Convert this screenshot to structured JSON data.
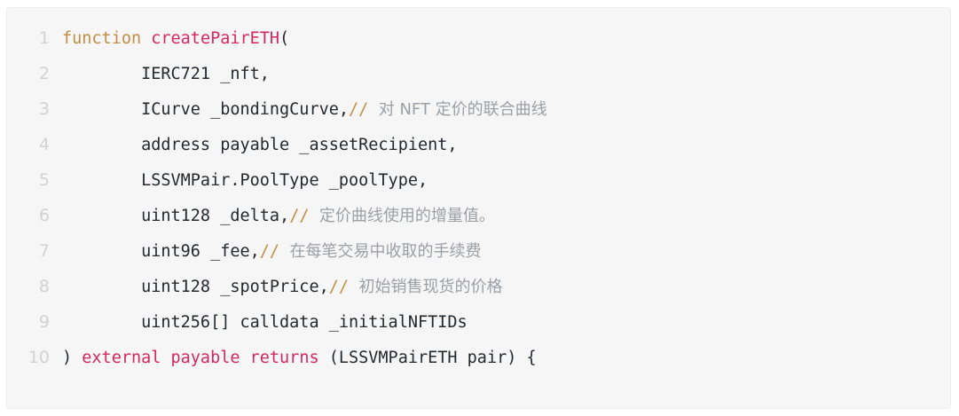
{
  "code_block": {
    "language": "solidity",
    "background_color": "#f6f6f7",
    "border_color": "#eeeeef",
    "line_number_color": "#d2d2d3",
    "colors": {
      "keyword_gold": "#bf8f45",
      "identifier_crimson": "#d3285f",
      "plain_text": "#24292e",
      "comment_gray": "#9aa0a6"
    },
    "lines": [
      {
        "number": "1",
        "tokens": [
          {
            "text": "function",
            "type": "keyword"
          },
          {
            "text": " ",
            "type": "plain"
          },
          {
            "text": "createPairETH",
            "type": "fn"
          },
          {
            "text": "(",
            "type": "punct"
          }
        ]
      },
      {
        "number": "2",
        "tokens": [
          {
            "text": "        IERC721 _nft,",
            "type": "plain"
          }
        ]
      },
      {
        "number": "3",
        "tokens": [
          {
            "text": "        ICurve _bondingCurve,",
            "type": "plain"
          },
          {
            "text": "//",
            "type": "comment-mark"
          },
          {
            "text": "  对 NFT 定价的联合曲线",
            "type": "comment"
          }
        ]
      },
      {
        "number": "4",
        "tokens": [
          {
            "text": "        address payable _assetRecipient,",
            "type": "plain"
          }
        ]
      },
      {
        "number": "5",
        "tokens": [
          {
            "text": "        LSSVMPair.PoolType _poolType,",
            "type": "plain"
          }
        ]
      },
      {
        "number": "6",
        "tokens": [
          {
            "text": "        uint128 _delta,",
            "type": "plain"
          },
          {
            "text": "//",
            "type": "comment-mark"
          },
          {
            "text": "  定价曲线使用的增量值。",
            "type": "comment"
          }
        ]
      },
      {
        "number": "7",
        "tokens": [
          {
            "text": "        uint96 _fee,",
            "type": "plain"
          },
          {
            "text": "//",
            "type": "comment-mark"
          },
          {
            "text": "  在每笔交易中收取的手续费",
            "type": "comment"
          }
        ]
      },
      {
        "number": "8",
        "tokens": [
          {
            "text": "        uint128 _spotPrice,",
            "type": "plain"
          },
          {
            "text": "//",
            "type": "comment-mark"
          },
          {
            "text": "  初始销售现货的价格",
            "type": "comment"
          }
        ]
      },
      {
        "number": "9",
        "tokens": [
          {
            "text": "        uint256[] calldata _initialNFTIDs",
            "type": "plain"
          }
        ]
      },
      {
        "number": "10",
        "tokens": [
          {
            "text": ") ",
            "type": "punct"
          },
          {
            "text": "external payable returns",
            "type": "kw-red"
          },
          {
            "text": " (LSSVMPairETH pair) {",
            "type": "punct"
          }
        ]
      }
    ]
  }
}
